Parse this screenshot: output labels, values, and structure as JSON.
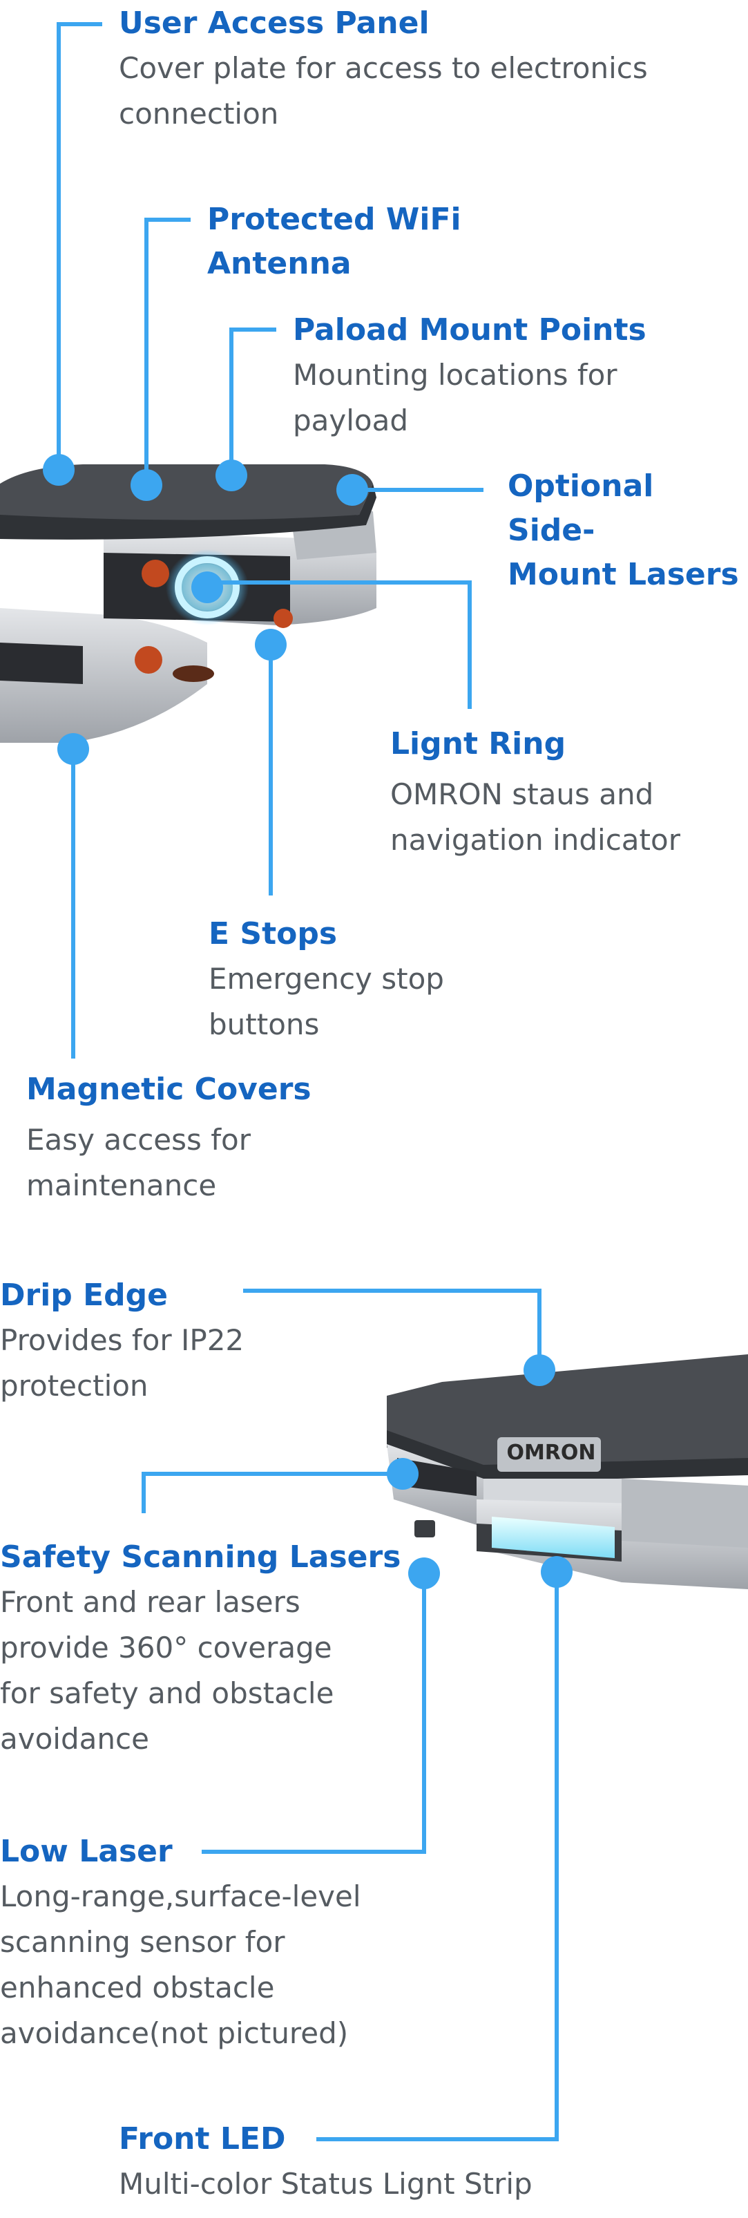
{
  "top_callouts": [
    {
      "id": "user-access-panel",
      "title": "User Access Panel",
      "desc": [
        "Cover plate for access to electronics",
        "connection"
      ]
    },
    {
      "id": "wifi-antenna",
      "title": [
        "Protected WiFi",
        "Antenna"
      ],
      "desc": []
    },
    {
      "id": "payload-mount",
      "title": "Paload Mount Points",
      "desc": [
        "Mounting locations for",
        "payload"
      ]
    },
    {
      "id": "side-lasers",
      "title": [
        "Optional Side-",
        "Mount Lasers"
      ],
      "desc": []
    },
    {
      "id": "light-ring",
      "title": "Lignt Ring",
      "desc": [
        "OMRON staus and",
        "navigation indicator"
      ]
    },
    {
      "id": "e-stops",
      "title": "E Stops",
      "desc": [
        "Emergency stop",
        "buttons"
      ]
    },
    {
      "id": "magnetic-covers",
      "title": "Magnetic Covers",
      "desc": [
        "Easy access for",
        "maintenance"
      ]
    }
  ],
  "bottom_callouts": [
    {
      "id": "drip-edge",
      "title": "Drip Edge",
      "desc": [
        "Provides for IP22",
        "protection"
      ]
    },
    {
      "id": "safety-lasers",
      "title": "Safety Scanning Lasers",
      "desc": [
        "Front and rear lasers",
        "provide 360° coverage",
        "for safety and obstacle",
        "avoidance"
      ]
    },
    {
      "id": "low-laser",
      "title": "Low Laser",
      "desc": [
        "Long-range,surface-level",
        "scanning sensor for",
        "enhanced obstacle",
        "avoidance(not pictured)"
      ]
    },
    {
      "id": "front-led",
      "title": "Front LED",
      "desc": [
        "Multi-color Status Lignt Strip"
      ]
    }
  ],
  "robot_logo": "OMRON",
  "colors": {
    "accent": "#3ca6f0",
    "title": "#1565c0",
    "text": "#555b61"
  }
}
